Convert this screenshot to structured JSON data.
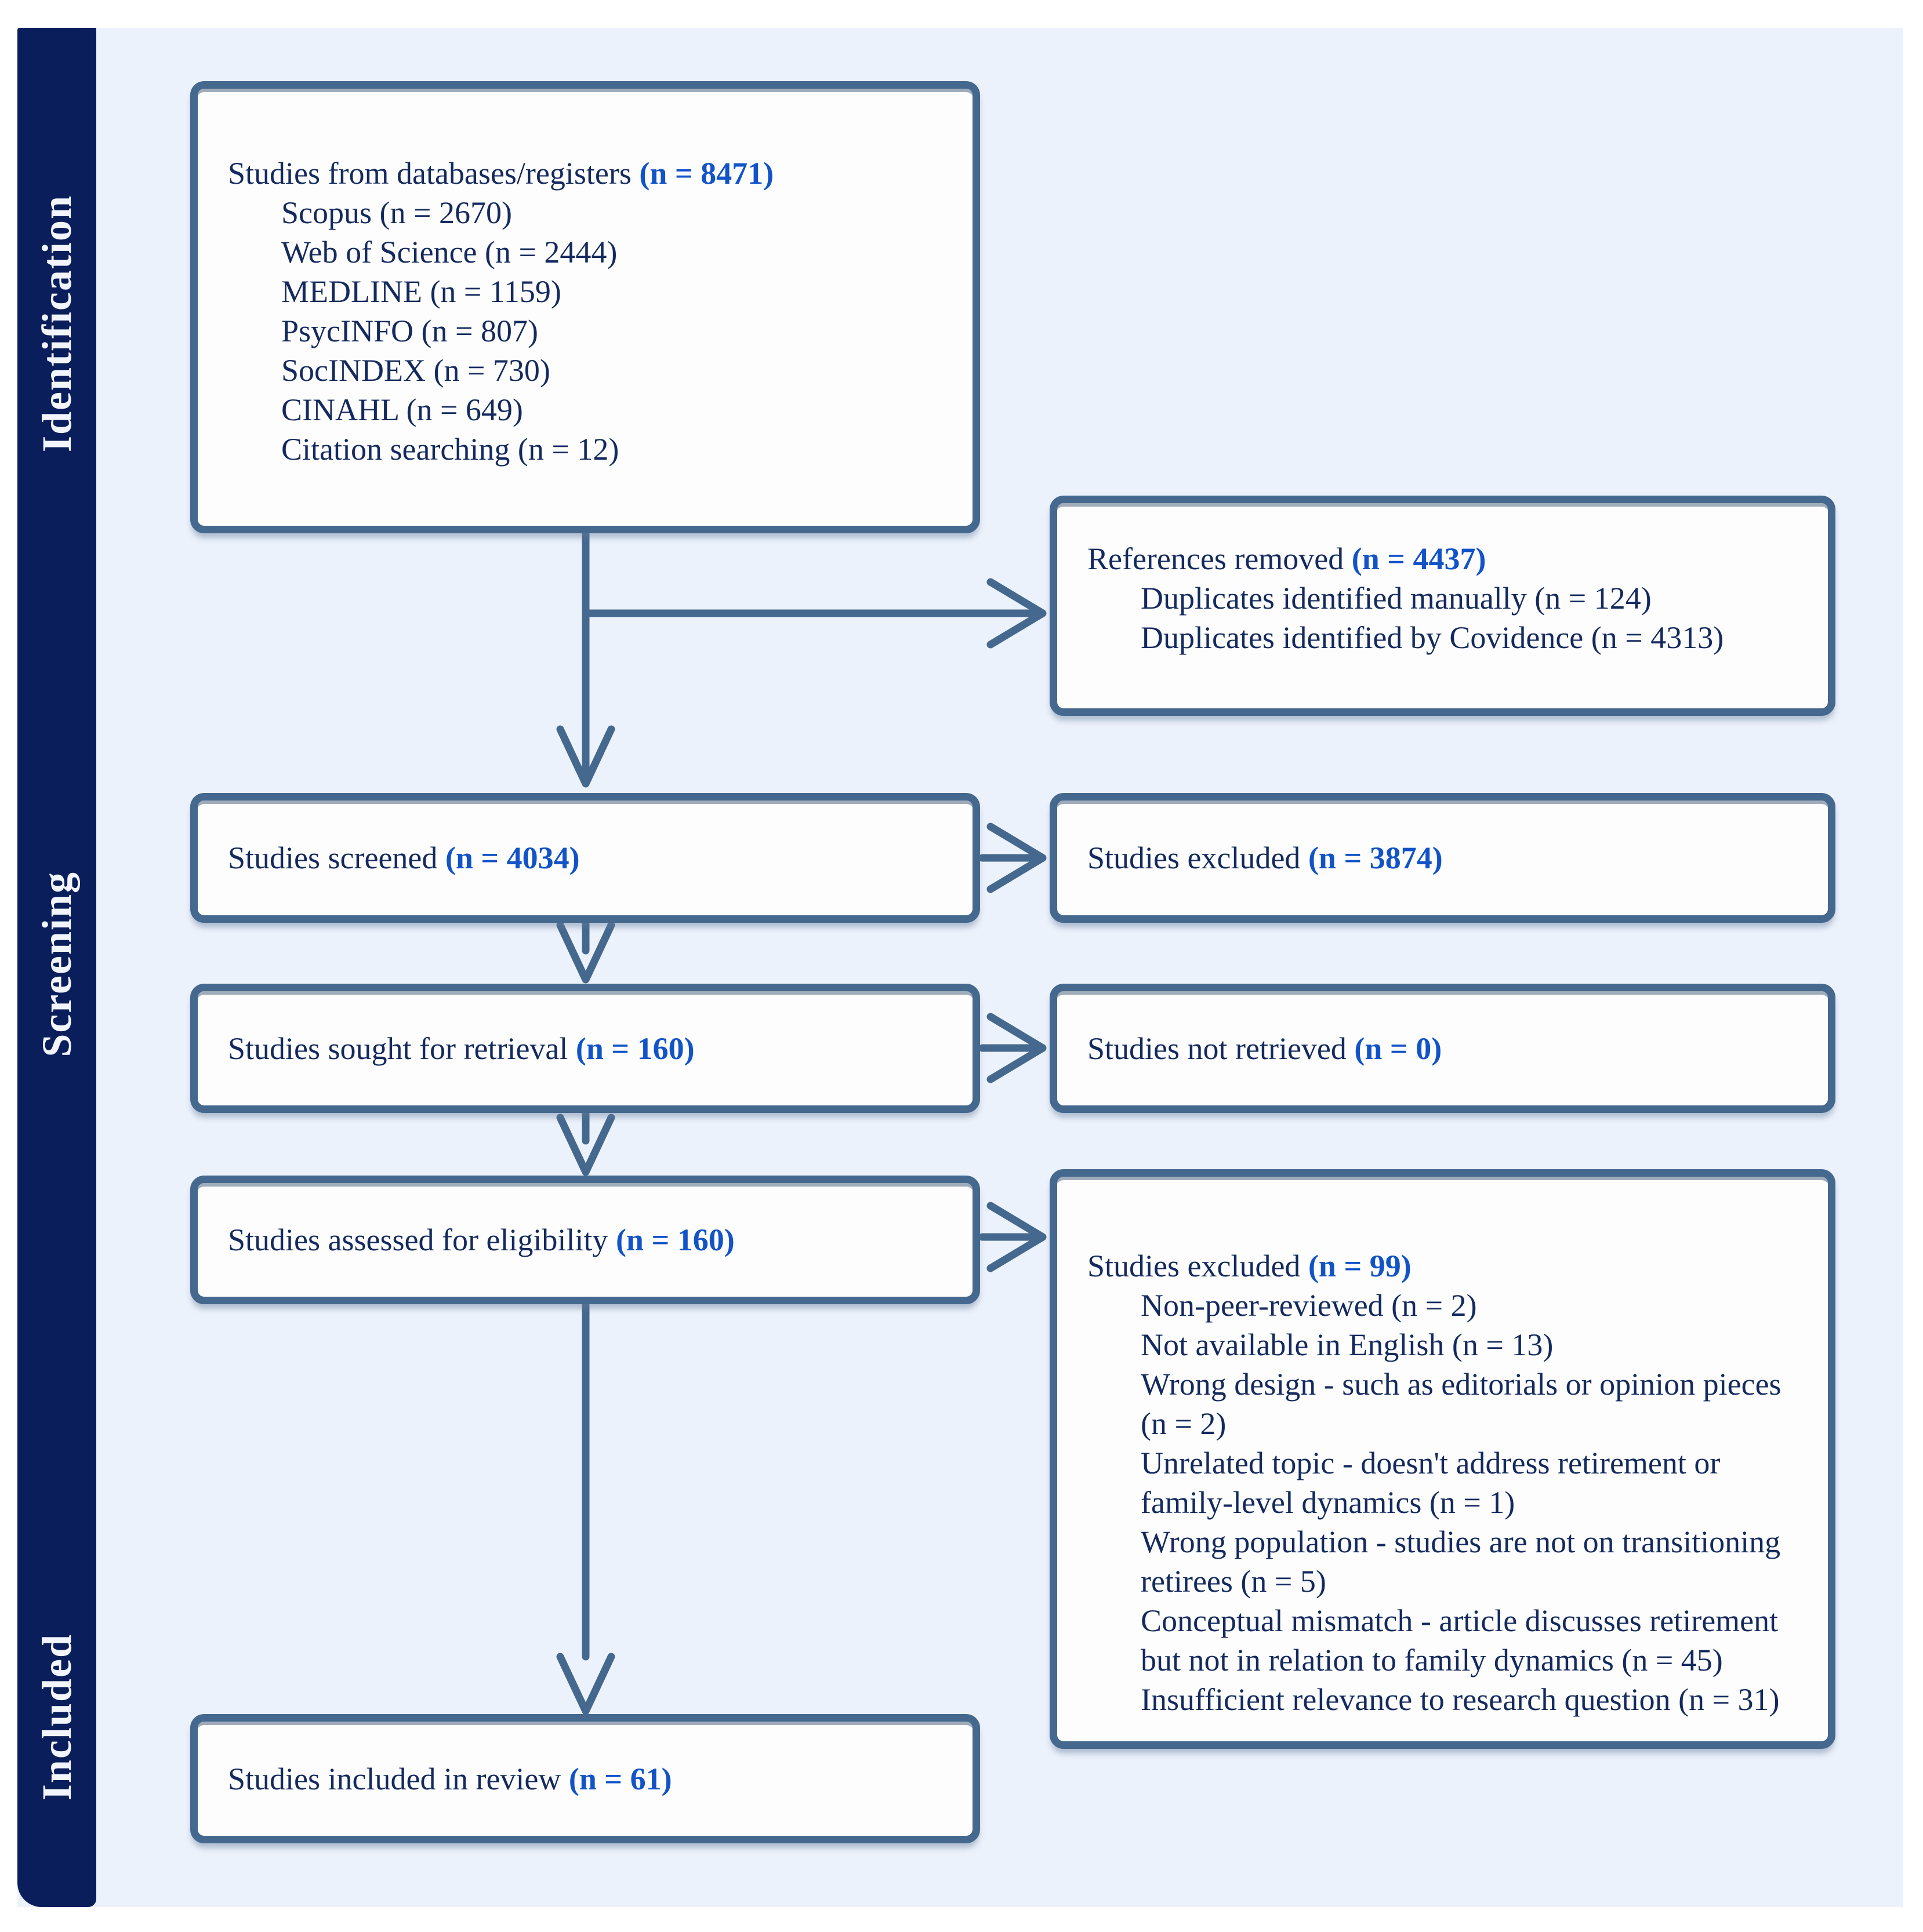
{
  "diagram": {
    "kind": "prisma-flow",
    "colors": {
      "panel_background": "#ecf2fb",
      "sidebar_background": "#0b1e5c",
      "box_border": "#45688e",
      "box_fill": "#fdfdfd",
      "text": "#142a5e",
      "count_accent": "#1253c8",
      "sidebar_text": "#f2f6fc",
      "arrow": "#45688e"
    }
  },
  "sidebar": {
    "stages": [
      {
        "label": "Identification"
      },
      {
        "label": "Screening"
      },
      {
        "label": "Included"
      }
    ]
  },
  "boxes": {
    "identification": {
      "title": "Studies from databases/registers",
      "count": "(n = 8471)",
      "items": [
        "Scopus (n = 2670)",
        "Web of Science (n = 2444)",
        "MEDLINE (n = 1159)",
        "PsycINFO (n = 807)",
        "SocINDEX (n = 730)",
        "CINAHL (n = 649)",
        "Citation searching (n = 12)"
      ]
    },
    "references_removed": {
      "title": "References removed",
      "count": "(n = 4437)",
      "items": [
        "Duplicates identified manually (n = 124)",
        "Duplicates identified by Covidence (n = 4313)"
      ]
    },
    "screened": {
      "title": "Studies screened",
      "count": "(n = 4034)"
    },
    "excluded_screening": {
      "title": "Studies excluded",
      "count": "(n = 3874)"
    },
    "sought": {
      "title": "Studies sought for retrieval",
      "count": "(n = 160)"
    },
    "not_retrieved": {
      "title": "Studies not retrieved",
      "count": "(n = 0)"
    },
    "eligibility": {
      "title": "Studies assessed for eligibility",
      "count": "(n = 160)"
    },
    "excluded_eligibility": {
      "title": "Studies excluded",
      "count": "(n = 99)",
      "items": [
        "Non-peer-reviewed (n = 2)",
        "Not available in English (n = 13)",
        "Wrong design - such as editorials or opinion pieces (n = 2)",
        "Unrelated topic - doesn't address retirement or family-level dynamics (n = 1)",
        "Wrong population - studies are not on transitioning retirees (n = 5)",
        "Conceptual mismatch - article discusses retirement but not in relation to family dynamics (n = 45)",
        "Insufficient relevance to research question (n = 31)"
      ]
    },
    "included": {
      "title": "Studies included in review",
      "count": "(n = 61)"
    }
  }
}
